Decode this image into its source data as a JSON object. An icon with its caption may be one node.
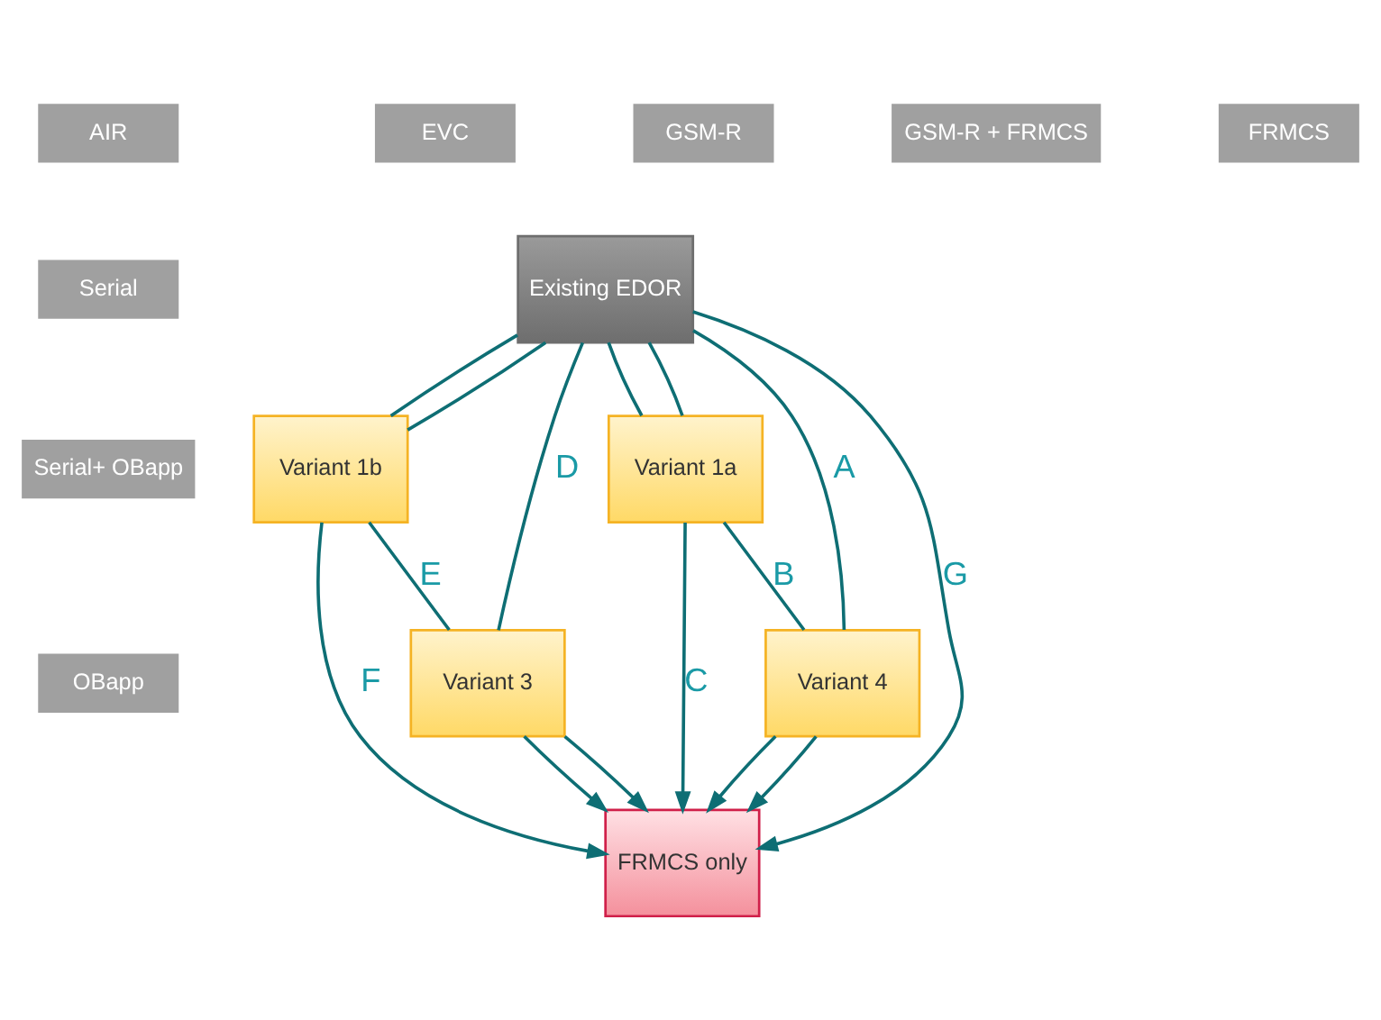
{
  "diagram": {
    "nodes": [
      {
        "text": [
          "Existing EDOR"
        ]
      },
      {
        "text": [
          "Variant 1b"
        ]
      },
      {
        "text": [
          "Variant 1a"
        ]
      },
      {
        "text": [
          "Variant 3"
        ]
      },
      {
        "text": [
          "Variant 4"
        ]
      },
      {
        "text": [
          "FRMCS only"
        ]
      }
    ],
    "edges": [
      {
        "from": 0,
        "to": 5,
        "arrow": "to",
        "label": "G"
      },
      {
        "from": 0,
        "to": 1,
        "arrow": "none"
      },
      {
        "from": 0,
        "to": 1,
        "arrow": "none"
      },
      {
        "from": 0,
        "to": 3,
        "arrow": "none",
        "label": "D"
      },
      {
        "from": 0,
        "to": 2,
        "arrow": "none"
      },
      {
        "from": 0,
        "to": 2,
        "arrow": "none"
      },
      {
        "from": 0,
        "to": 4,
        "arrow": "none",
        "label": "A"
      },
      {
        "from": 1,
        "to": 5,
        "arrow": "to",
        "label": "F"
      },
      {
        "from": 1,
        "to": 3,
        "arrow": "none",
        "label": "E"
      },
      {
        "from": 2,
        "to": 4,
        "arrow": "none",
        "label": "B"
      },
      {
        "from": 2,
        "to": 5,
        "arrow": "to",
        "label": "C"
      },
      {
        "from": 3,
        "to": 5,
        "arrow": "to"
      },
      {
        "from": 3,
        "to": 5,
        "arrow": "to"
      },
      {
        "from": 4,
        "to": 5,
        "arrow": "to"
      },
      {
        "from": 4,
        "to": 5,
        "arrow": "to"
      }
    ],
    "labels": [
      "AIR",
      "EVC",
      "GSM-R",
      "GSM-R + FRMCS",
      "FRMCS",
      "Serial",
      "Serial+ OBapp",
      "OBapp"
    ]
  }
}
